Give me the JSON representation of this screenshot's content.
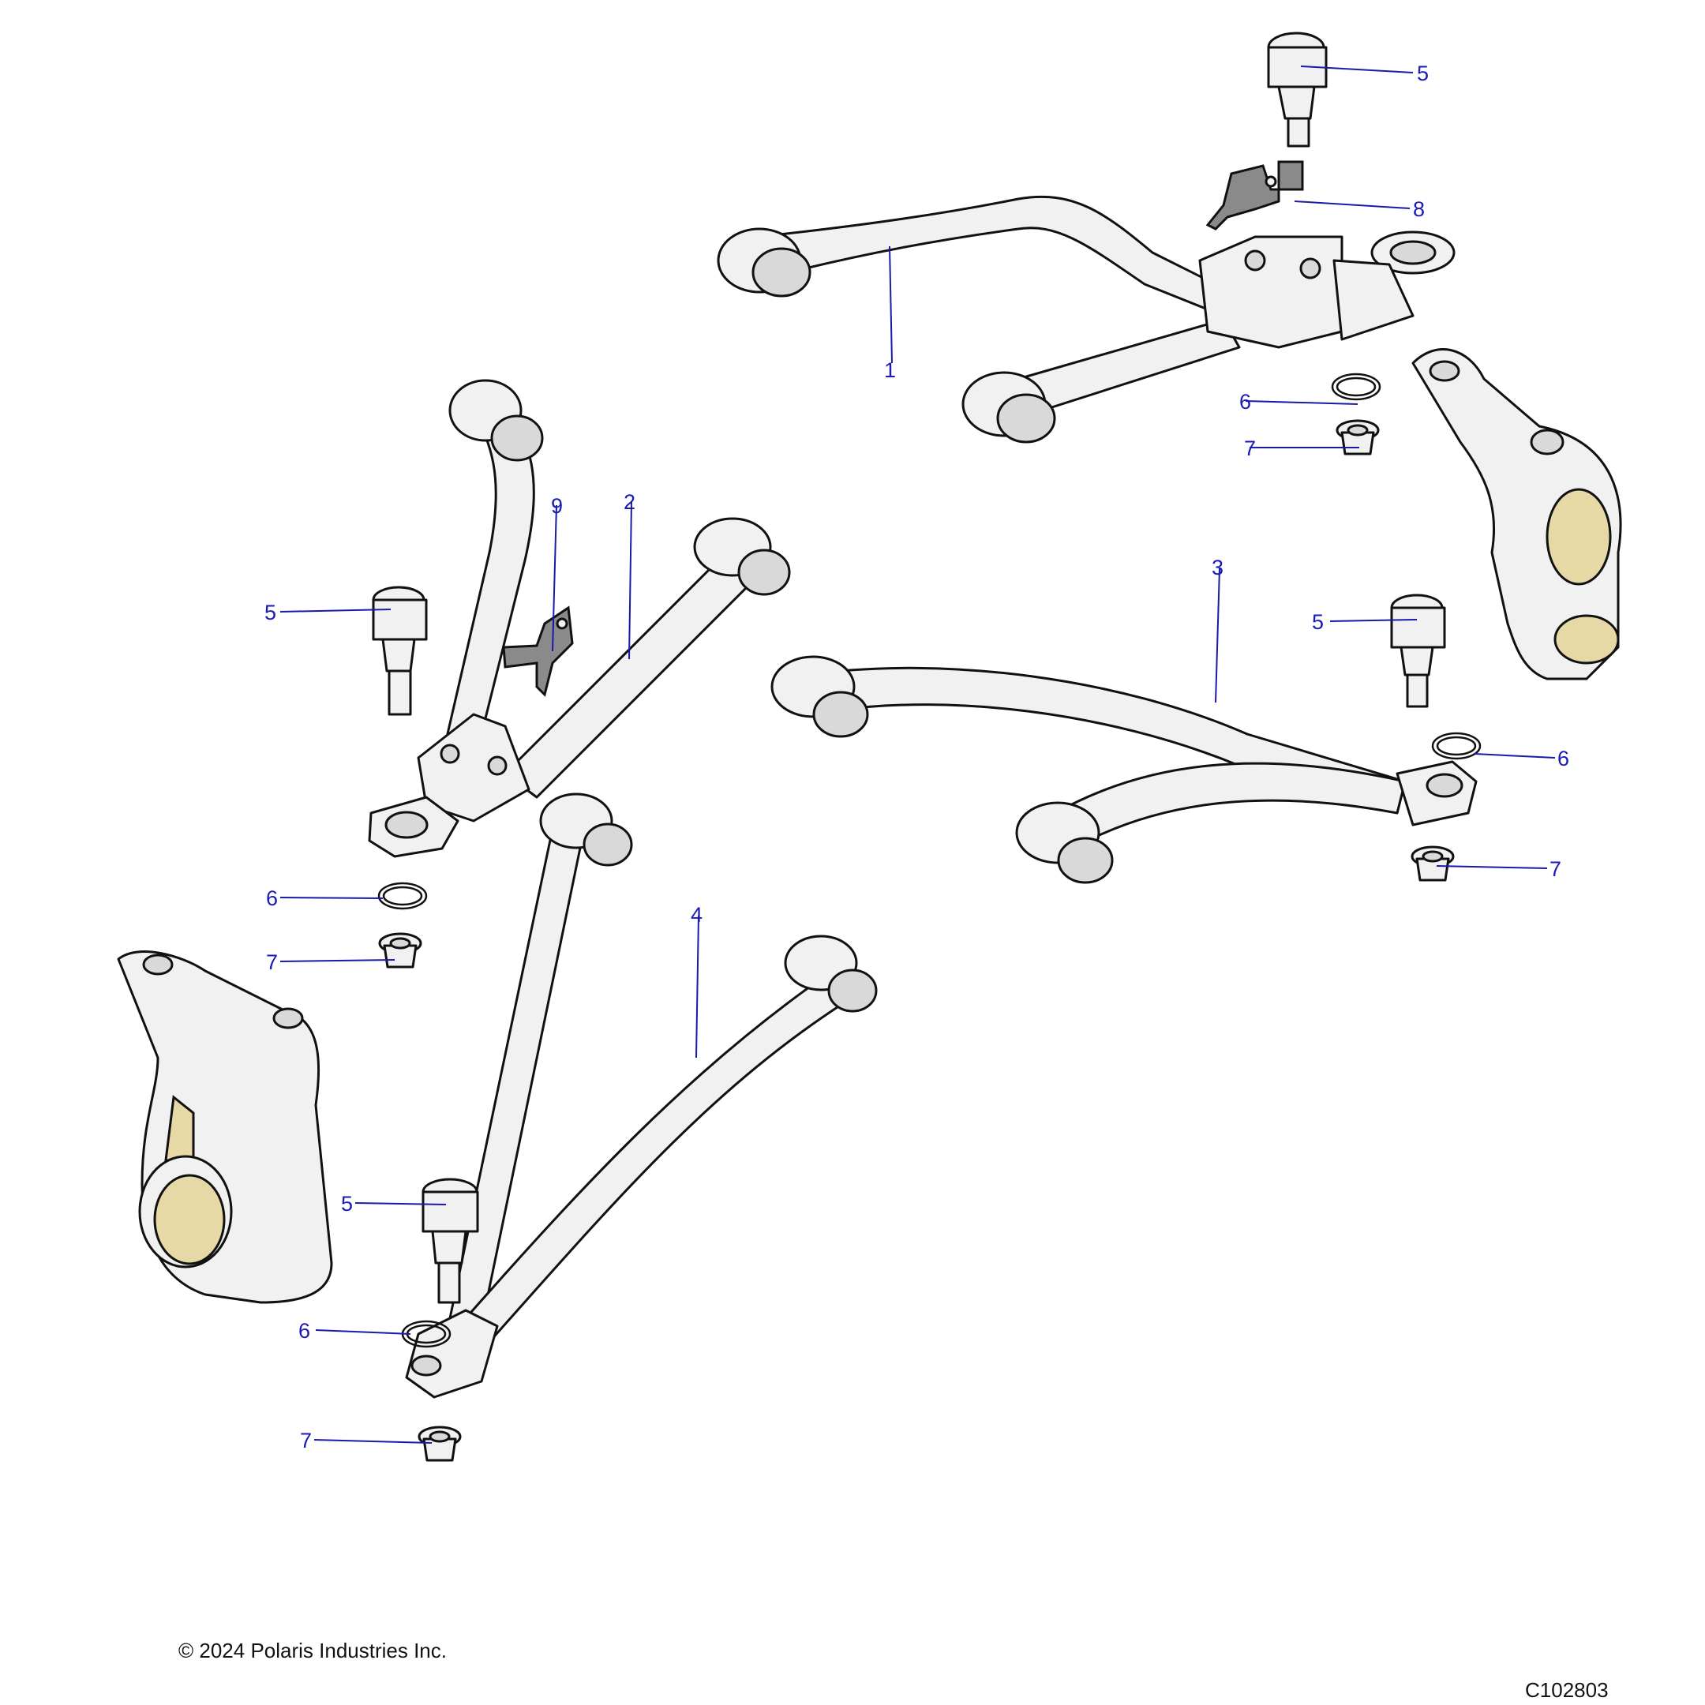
{
  "diagram": {
    "callouts": {
      "c1": "1",
      "c2": "2",
      "c3": "3",
      "c4": "4",
      "c5a": "5",
      "c5b": "5",
      "c5c": "5",
      "c5d": "5",
      "c6a": "6",
      "c6b": "6",
      "c6c": "6",
      "c6d": "6",
      "c7a": "7",
      "c7b": "7",
      "c7c": "7",
      "c7d": "7",
      "c8": "8",
      "c9": "9"
    },
    "colors": {
      "part_fill": "#f1f1f1",
      "bushing_fill": "#e6d9a6",
      "bracket_fill": "#8a8a8a",
      "callout_color": "#1a1ab8"
    }
  },
  "footer": {
    "copyright": "© 2024 Polaris Industries Inc.",
    "figure_id": "C102803"
  }
}
